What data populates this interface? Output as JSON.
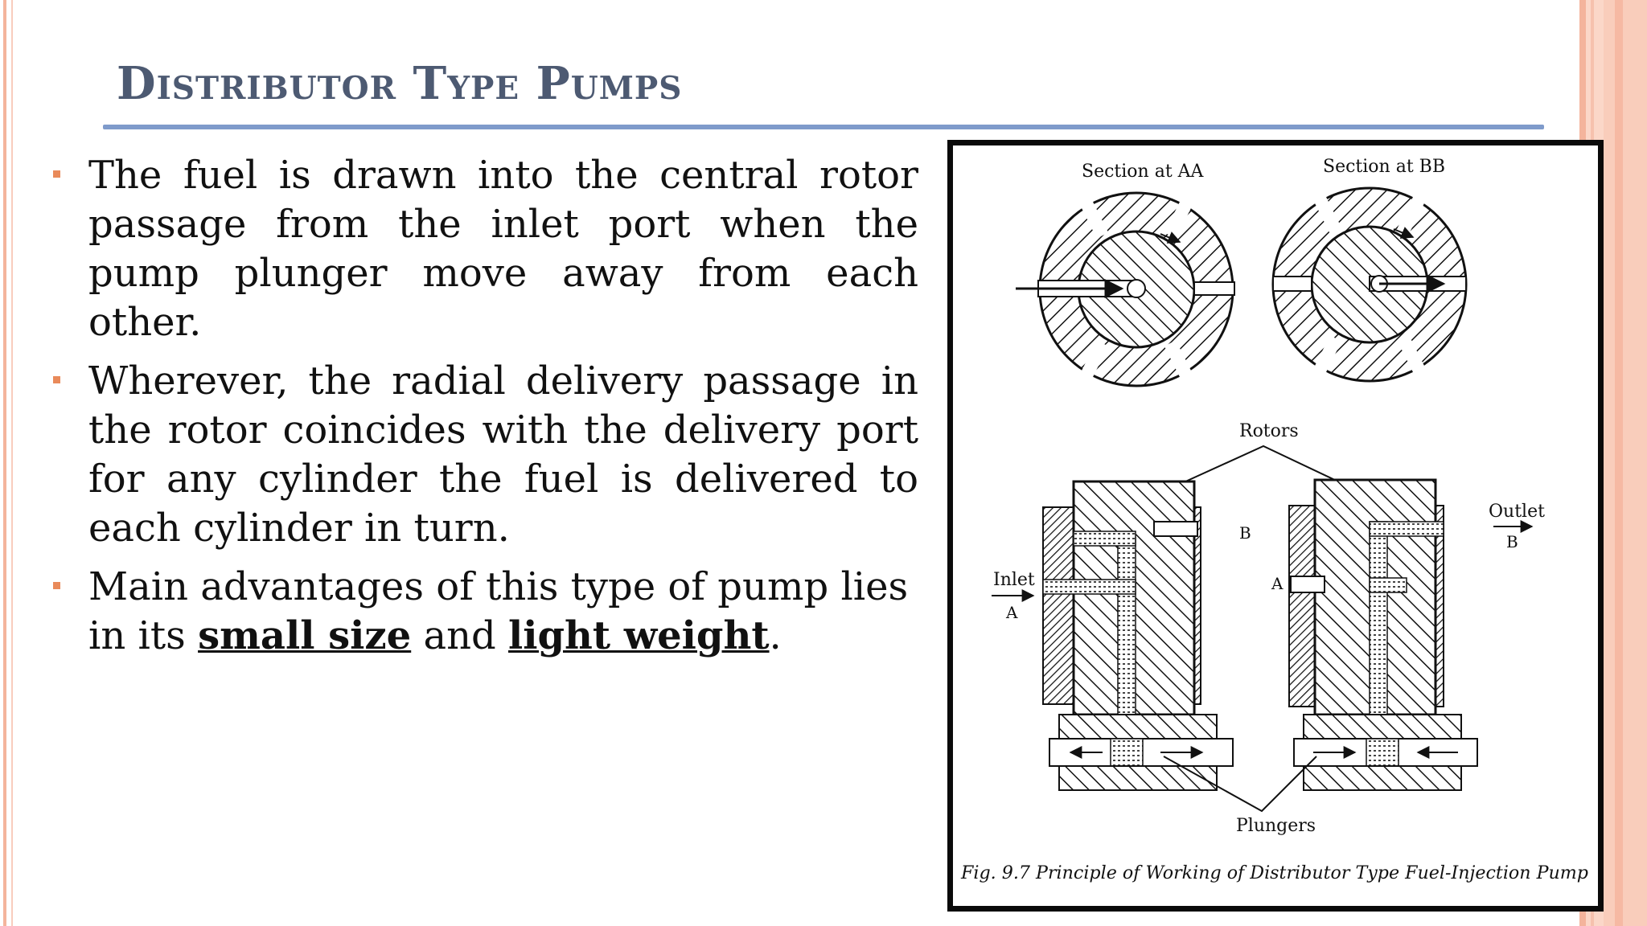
{
  "slide": {
    "title": "Distributor Type Pumps"
  },
  "bullets": [
    {
      "text": "The fuel is drawn into the central rotor passage from the inlet port when the pump plunger move away from each other."
    },
    {
      "text": "Wherever, the radial delivery passage in the rotor coincides with the delivery port for any cylinder the fuel is delivered to each cylinder in turn."
    },
    {
      "prefix": "Main advantages of this type of pump lies in its ",
      "emph1": "small size",
      "middle": " and ",
      "emph2": "light weight",
      "suffix": "."
    }
  ],
  "figure": {
    "section_aa": "Section at AA",
    "section_bb": "Section at BB",
    "rotors": "Rotors",
    "inlet": "Inlet",
    "inlet_a": "A",
    "outlet": "Outlet",
    "outlet_b": "B",
    "label_b": "B",
    "label_a": "A",
    "plungers": "Plungers",
    "caption": "Fig. 9.7 Principle of Working of Distributor Type Fuel-Injection Pump"
  },
  "colors": {
    "title": "#4d5a72",
    "title_rule": "#7f9bcb",
    "bullet_marker": "#e98a5a",
    "edge_accent": "#f4b49c"
  }
}
